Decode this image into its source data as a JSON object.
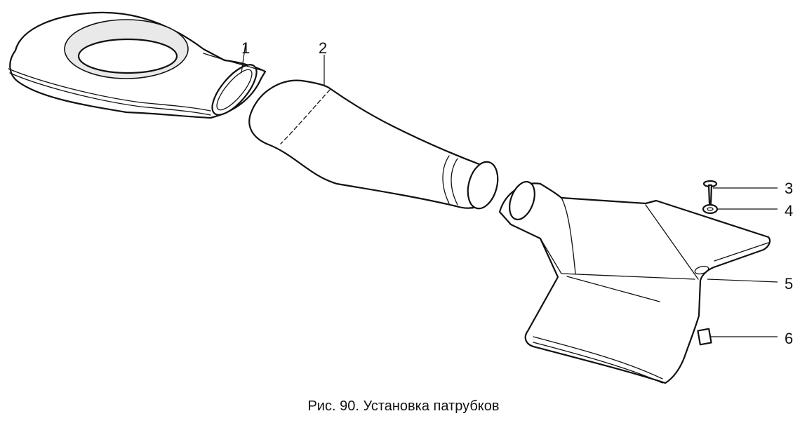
{
  "caption": "Рис. 90. Установка патрубков",
  "callouts": {
    "c1": "1",
    "c2": "2",
    "c3": "3",
    "c4": "4",
    "c5": "5",
    "c6": "6"
  }
}
